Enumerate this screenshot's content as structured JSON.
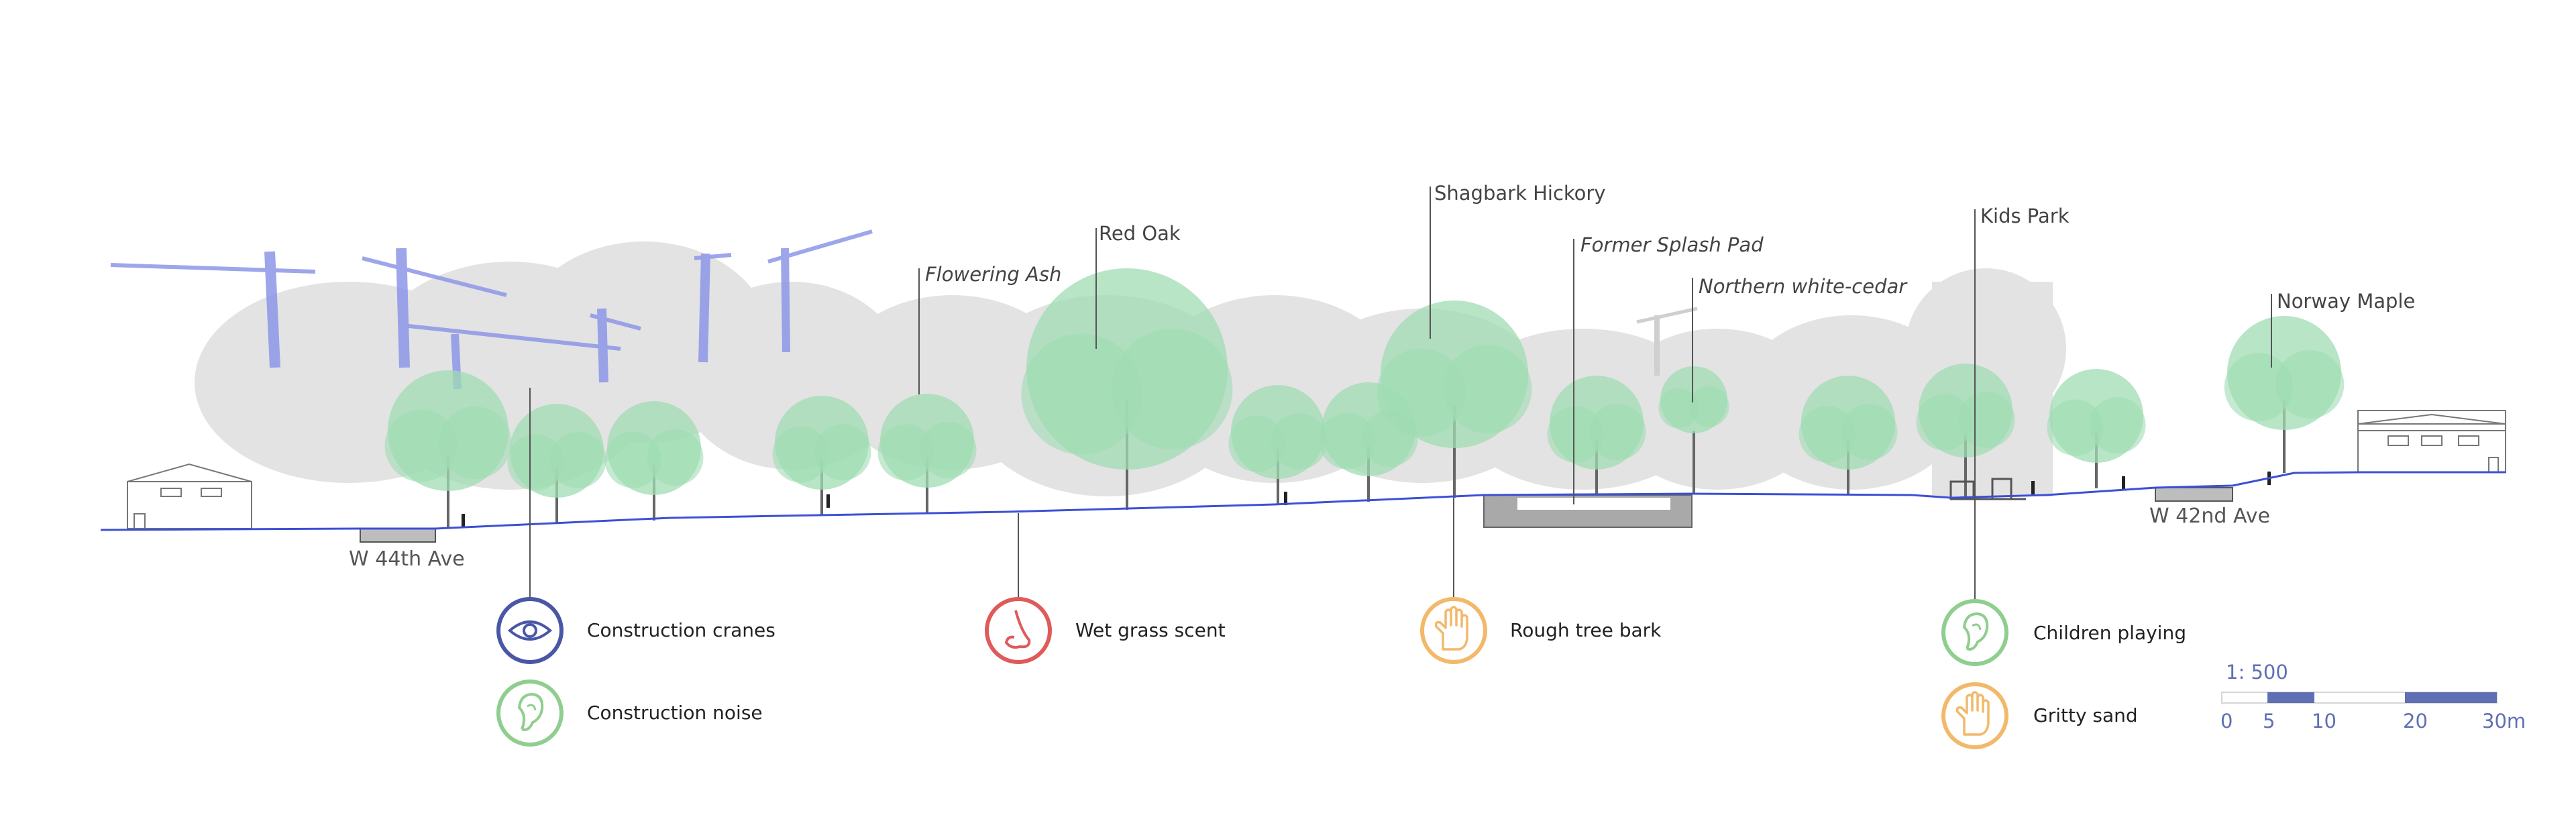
{
  "plant_labels": {
    "flowering_ash": "Flowering Ash",
    "red_oak": "Red Oak",
    "shagbark_hickory": "Shagbark Hickory",
    "former_splash_pad": "Former Splash Pad",
    "northern_white_cedar": "Northern white-cedar",
    "kids_park": "Kids Park",
    "norway_maple": "Norway Maple"
  },
  "streets": {
    "west": "W 44th Ave",
    "east": "W 42nd Ave"
  },
  "senses": [
    {
      "icon": "eye-icon",
      "text": "Construction cranes",
      "color": "#4a56a6"
    },
    {
      "icon": "ear-icon",
      "text": "Construction noise",
      "color": "#8fce8f"
    },
    {
      "icon": "nose-icon",
      "text": "Wet grass scent",
      "color": "#e05a5a"
    },
    {
      "icon": "hand-icon",
      "text": "Rough tree bark",
      "color": "#f2b96a"
    },
    {
      "icon": "ear-icon",
      "text": "Children playing",
      "color": "#8fce8f"
    },
    {
      "icon": "hand-icon",
      "text": "Gritty sand",
      "color": "#f2b96a"
    }
  ],
  "scale": {
    "title": "1: 500",
    "ticks": [
      "0",
      "5",
      "10",
      "20",
      "30m"
    ],
    "color": "#5f6fb3"
  },
  "colors": {
    "crane": "#8d96e8",
    "ground_line": "#3d4fd6",
    "tree_green": "#9fdcb3",
    "tree_grey": "#e1e1e1",
    "trunk": "#666666"
  }
}
